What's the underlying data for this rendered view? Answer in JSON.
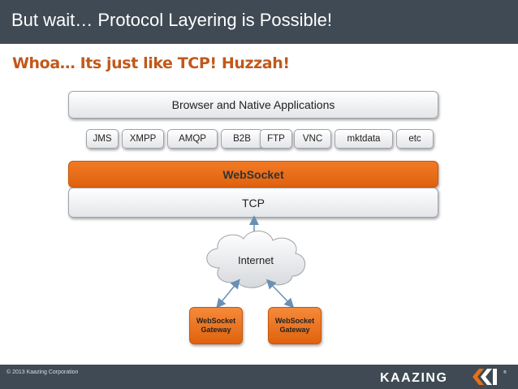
{
  "header": {
    "title": "But wait… Protocol Layering is Possible!"
  },
  "subtitle": "Whoa… Its just like TCP!   Huzzah!",
  "diagram": {
    "apps_label": "Browser and Native Applications",
    "protocols": [
      "JMS",
      "XMPP",
      "AMQP",
      "B2B",
      "FTP",
      "VNC",
      "mktdata",
      "etc"
    ],
    "websocket_label": "WebSocket",
    "tcp_label": "TCP",
    "internet_label": "Internet",
    "gateways": [
      {
        "line1": "WebSocket",
        "line2": "Gateway"
      },
      {
        "line1": "WebSocket",
        "line2": "Gateway"
      }
    ]
  },
  "footer": {
    "copyright": "© 2013 Kaazing Corporation",
    "brand": "KAAZING"
  },
  "colors": {
    "header_bg": "#3f4a54",
    "accent_orange": "#e8701a",
    "subtitle": "#c1581b",
    "arrow": "#6a8fb5"
  }
}
